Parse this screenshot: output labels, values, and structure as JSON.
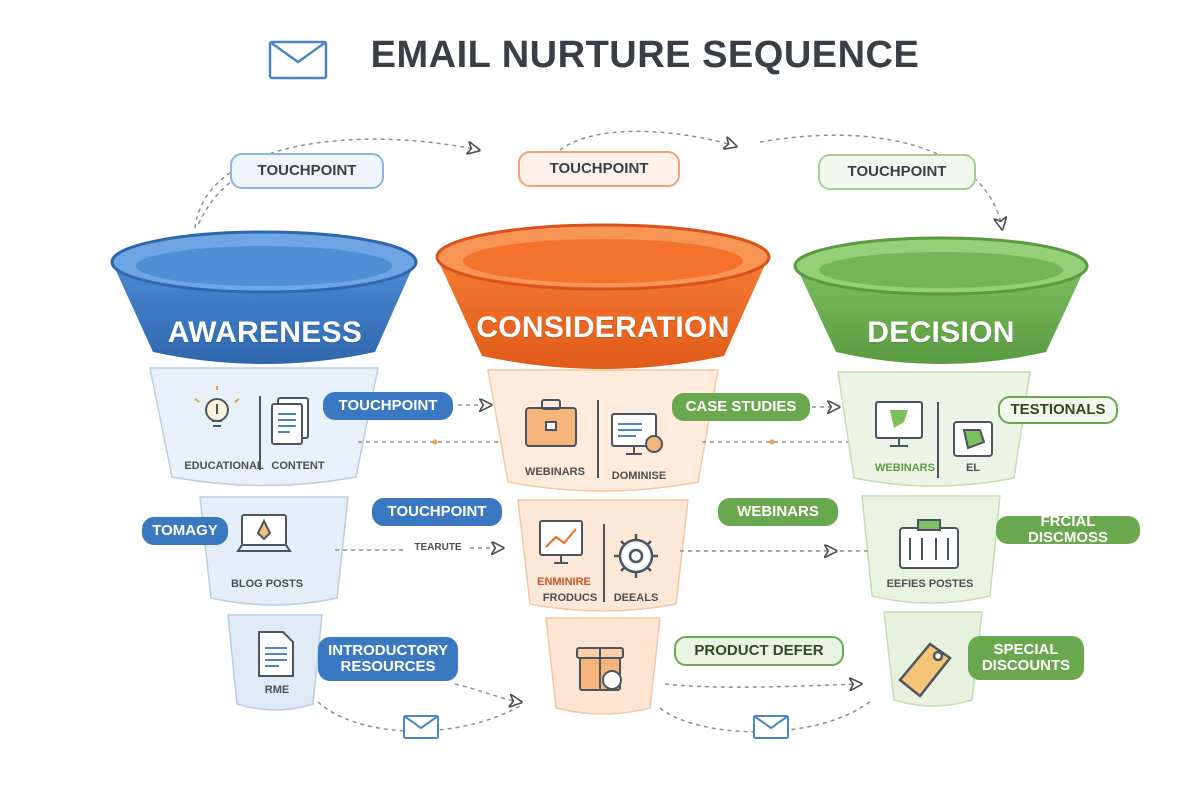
{
  "title": "EMAIL NURTURE SEQUENCE",
  "title_icon": "envelope-icon",
  "colors": {
    "blue": "#3b78c2",
    "orange": "#ee6a24",
    "green": "#6aa84f",
    "text": "#3a3f45",
    "connector": "#8a8f96"
  },
  "top_touchpoints": [
    "TOUCHPOINT",
    "TOUCHPOINT",
    "TOUCHPOINT"
  ],
  "stages": [
    {
      "name": "AWARENESS",
      "tiers": [
        {
          "caption_a": "EDUCATIONAL",
          "caption_b": "CONTENT",
          "icon_a": "lightbulb-icon",
          "icon_b": "document-icon"
        },
        {
          "caption_a": "BLOG POSTS",
          "icon_a": "laptop-icon"
        },
        {
          "caption_a": "RME",
          "icon_a": "file-icon"
        }
      ],
      "side_labels": [
        "TOMAGY"
      ]
    },
    {
      "name": "CONSIDERATION",
      "tiers": [
        {
          "caption_a": "WEBINARS",
          "caption_b": "DOMINISE",
          "icon_a": "briefcase-icon",
          "icon_b": "monitor-icon"
        },
        {
          "caption_a": "ENMINIRE",
          "caption_b": "FRODUCS",
          "caption_c": "DEEALS",
          "icon_a": "chart-monitor-icon",
          "icon_b": "gear-icon"
        },
        {
          "icon_a": "gift-box-icon"
        }
      ]
    },
    {
      "name": "DECISION",
      "tiers": [
        {
          "caption_a": "WEBINARS",
          "caption_b": "EL",
          "icon_a": "monitor-icon",
          "icon_b": "puzzle-icon"
        },
        {
          "caption_a": "EEFIES POSTES",
          "icon_a": "machine-icon"
        },
        {
          "icon_a": "tag-icon"
        }
      ]
    }
  ],
  "row_labels": {
    "row1": [
      "TOUCHPOINT",
      "CASE STUDIES",
      "TESTIONALS"
    ],
    "row2": [
      "TOUCHPOINT",
      "WEBINARS",
      "FRCIAL DISCMOSS"
    ],
    "row3": [
      "INTRODUCTORY RESOURCES",
      "PRODUCT DEFER",
      "SPECIAL DISCOUNTS"
    ]
  },
  "connector_text": "TEARUTE",
  "bottom_icons": [
    "envelope-icon",
    "envelope-icon"
  ]
}
